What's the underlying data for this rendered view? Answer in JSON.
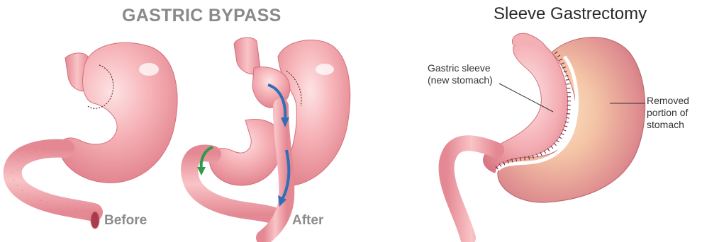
{
  "titles": {
    "gastric_bypass": "GASTRIC BYPASS",
    "sleeve_gastrectomy": "Sleeve Gastrectomy"
  },
  "labels": {
    "before": "Before",
    "after": "After"
  },
  "callouts": {
    "gastric_sleeve_line1": "Gastric sleeve",
    "gastric_sleeve_line2": "(new stomach)",
    "removed_line1": "Removed",
    "removed_line2": "portion of",
    "removed_line3": "stomach"
  },
  "colors": {
    "stomach_pink": "#f3a8ae",
    "stomach_dark": "#d9727f",
    "flow_arrow_blue": "#2f6fb8",
    "flow_arrow_green": "#2e9b4a",
    "removed_tissue": "#f6c89e"
  }
}
